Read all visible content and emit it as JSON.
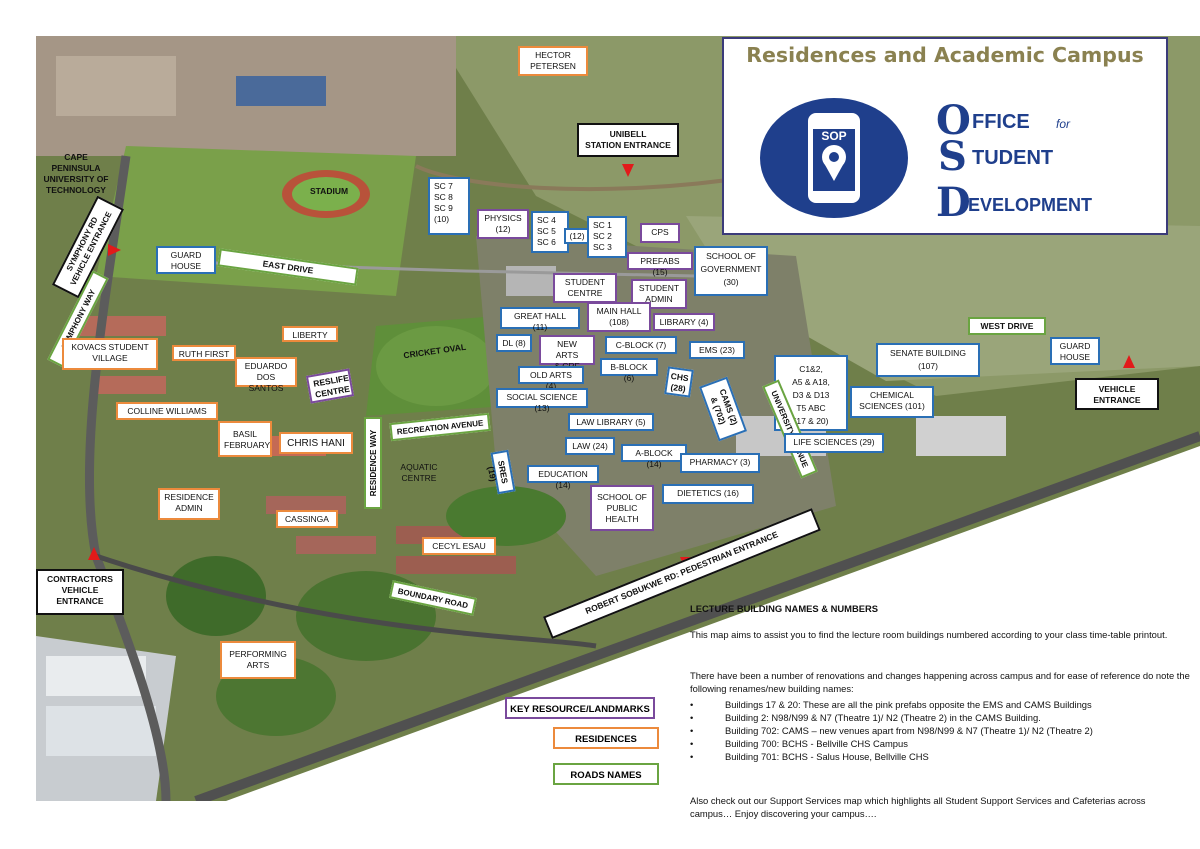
{
  "title": "Residences and Academic Campus",
  "logo": {
    "badge": "SOP",
    "office": {
      "initial": "O",
      "rest": "FFICE",
      "for": "for"
    },
    "student": {
      "initial": "S",
      "rest": "TUDENT"
    },
    "development": {
      "initial": "D",
      "rest": "EVELOPMENT"
    },
    "icon": "phone-location-pin-icon",
    "colors": {
      "navy": "#1f3f8c",
      "olive": "#8a8150"
    }
  },
  "labels": {
    "hector": "HECTOR\nPETERSEN",
    "unibell": "UNIBELL\nSTATION ENTRANCE",
    "cput": "CAPE\nPENINSULA\nUNIVERSITY OF\nTECHNOLOGY",
    "stadium": "STADIUM",
    "symphony_rd": "SYMPHONY RD\nVEHICLE ENTRANCE",
    "symphony_way": "SYMPHONY WAY",
    "guard_house_left": "GUARD\nHOUSE",
    "east_drive": "EAST DRIVE",
    "sc789": "SC 7\nSC 8\nSC 9\n(10)",
    "physics": "PHYSICS\n(12)",
    "sc456": "SC 4\nSC 5\nSC 6",
    "n12": "(12)",
    "sc123": "SC 1\nSC 2\nSC 3",
    "cps": "CPS",
    "prefabs": "PREFABS (15)",
    "school_gov": "SCHOOL OF\nGOVERNMENT\n(30)",
    "student_centre": "STUDENT\nCENTRE",
    "student_admin": "STUDENT\nADMIN",
    "great_hall": "GREAT HALL (11)",
    "main_hall": "MAIN HALL\n(108)",
    "library": "LIBRARY (4)",
    "west_drive": "WEST DRIVE",
    "guard_house_right": "GUARD\nHOUSE",
    "vehicle_entrance": "VEHICLE\nENTRANCE",
    "liberty": "LIBERTY",
    "kovacs": "KOVACS STUDENT\nVILLAGE",
    "ruth_first": "RUTH FIRST",
    "eduardo": "EDUARDO\nDOS SANTOS",
    "reslife": "RESLIFE\nCENTRE",
    "cricket_oval": "CRICKET OVAL",
    "dl": "DL (8)",
    "new_arts": "NEW ARTS\n& CRF",
    "c_block": "C-BLOCK (7)",
    "ems": "EMS (23)",
    "b_block": "B-BLOCK (6)",
    "chs": "CHS\n(28)",
    "cams": "CAMS (2)\n& (702)",
    "c1": "C1&2,\nA5 & A18,\nD3 & D13\nT5 ABC\n(17 & 20)",
    "senate": "SENATE BUILDING\n(107)",
    "chemical": "CHEMICAL\nSCIENCES (101)",
    "old_arts": "OLD ARTS (4)",
    "social_science": "SOCIAL SCIENCE (13)",
    "law_library": "LAW LIBRARY (5)",
    "colline": "COLLINE WILLIAMS",
    "basil": "BASIL\nFEBRUARY",
    "chris_hani": "CHRIS HANI",
    "recreation": "RECREATION AVENUE",
    "university_ave": "UNIVERSITY AVENUE",
    "law": "LAW (24)",
    "a_block": "A-BLOCK (14)",
    "life_sciences": "LIFE SCIENCES (29)",
    "pharmacy": "PHARMACY (3)",
    "residence_way": "RESIDENCE WAY",
    "aquatic": "AQUATIC\nCENTRE",
    "sres": "SRES (19)",
    "education": "EDUCATION (14)",
    "school_ph": "SCHOOL OF\nPUBLIC\nHEALTH",
    "dietetics": "DIETETICS (16)",
    "residence_admin": "RESIDENCE\nADMIN",
    "cassinga": "CASSINGA",
    "cecyl": "CECYL ESAU",
    "boundary": "BOUNDARY ROAD",
    "robert": "ROBERT SOBUKWE RD: PEDESTRIAN ENTRANCE",
    "contractors": "CONTRACTORS\nVEHICLE\nENTRANCE",
    "performing": "PERFORMING\nARTS"
  },
  "legend": {
    "key": "KEY RESOURCE/LANDMARKS",
    "residences": "RESIDENCES",
    "roads": "ROADS NAMES",
    "colors": {
      "key": "#7a4a9c",
      "residences": "#ec8a3c",
      "roads": "#6aa441",
      "blue": "#2a6fb5"
    }
  },
  "info": {
    "heading": "LECTURE BUILDING NAMES & NUMBERS",
    "p1": "This map aims to assist you to find the lecture room buildings numbered according to your class time-table printout.",
    "p2": "There have been a number of renovations and changes happening across campus and for ease of reference do note the following renames/new building names:",
    "bullets": [
      "Buildings 17 & 20: These are all the pink prefabs opposite the EMS and CAMS Buildings",
      "Building 2: N98/N99 & N7 (Theatre 1)/ N2 (Theatre 2) in the CAMS Building.",
      "Building 702: CAMS – new venues apart from N98/N99 & N7 (Theatre 1)/ N2 (Theatre 2)",
      "Building 700: BCHS - Bellville CHS Campus",
      "Building 701: BCHS - Salus House, Bellville CHS"
    ],
    "p3": "Also check out our Support Services map which highlights all Student Support Services and Cafeterias across campus… Enjoy discovering your campus…."
  }
}
